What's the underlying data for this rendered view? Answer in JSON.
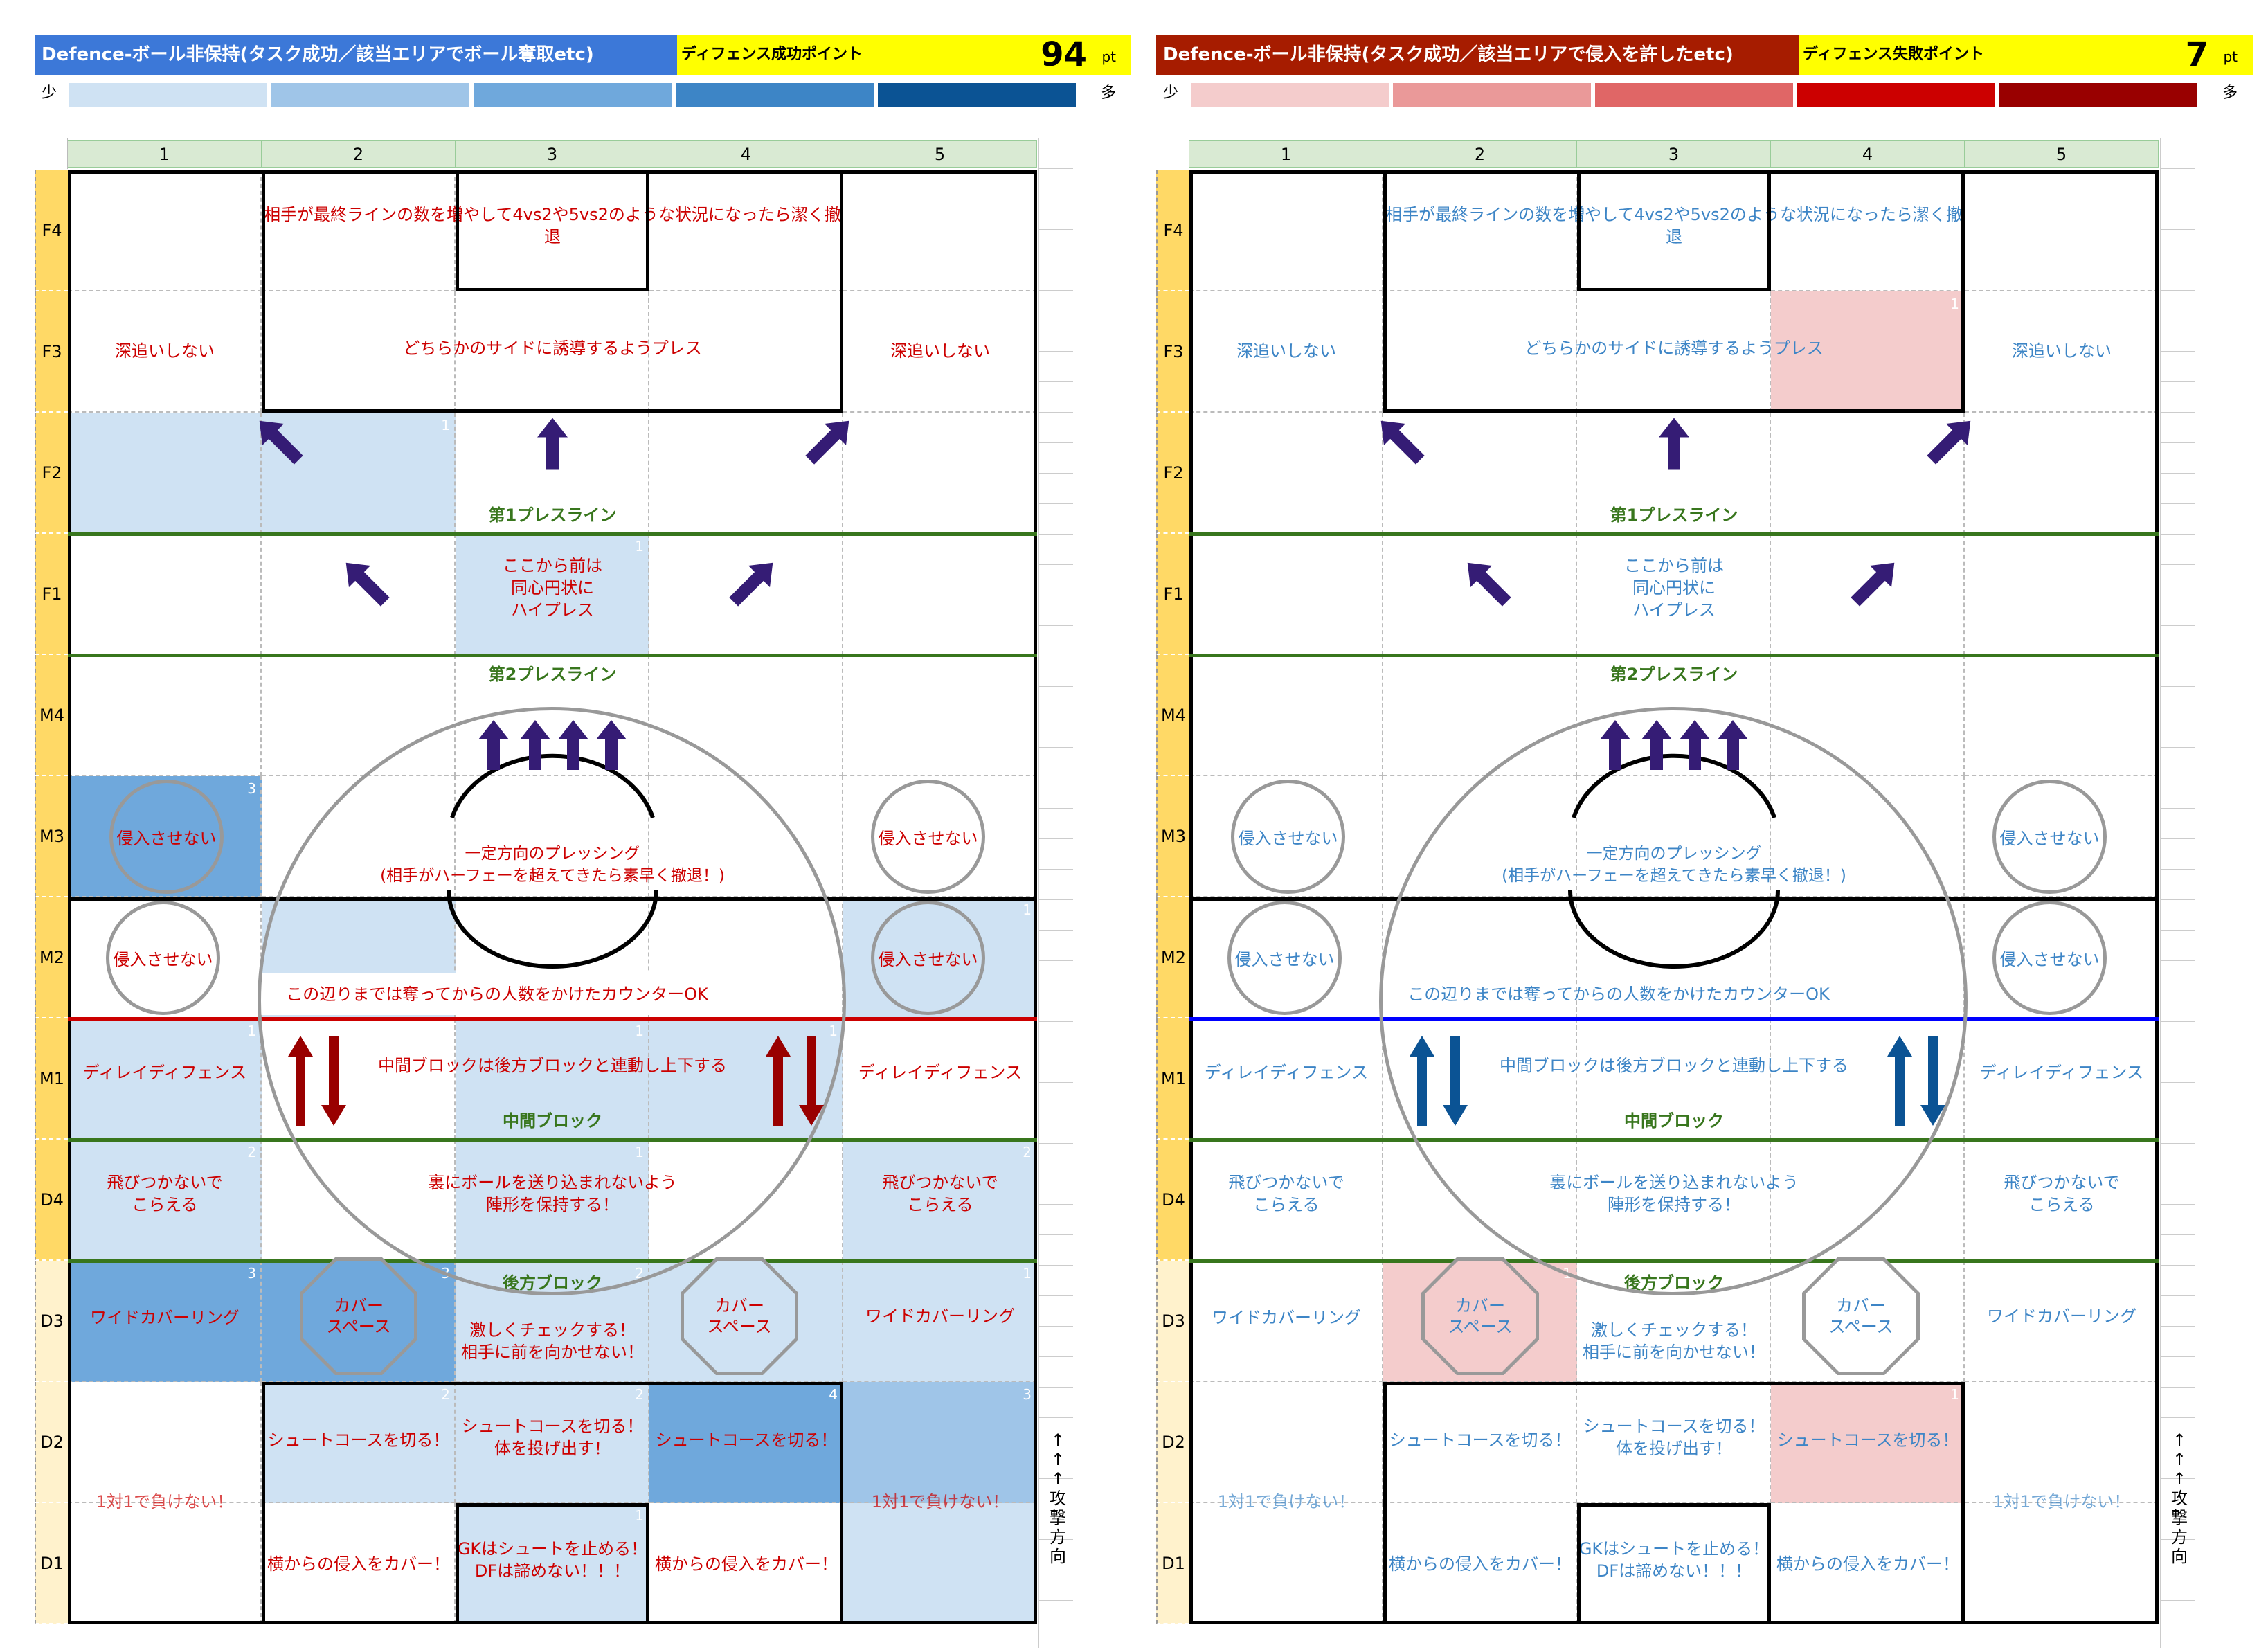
{
  "left": {
    "title": "Defence-ボール非保持(タスク成功／該当エリアでボール奪取etc)",
    "title_bg": "#3c78d8",
    "point_label": "ディフェンス成功ポイント",
    "points": "94",
    "unit": "pt",
    "text_color": "#cc0000",
    "legend_few": "少",
    "legend_many": "多",
    "legend_colors": [
      "#cfe2f3",
      "#9fc5e8",
      "#6fa8dc",
      "#3d85c6",
      "#0b5394"
    ],
    "arrow_color": "#351c75",
    "updown_color": "#990000",
    "mid_line_color": "#cc0000"
  },
  "right": {
    "title": "Defence-ボール非保持(タスク成功／該当エリアで侵入を許したetc)",
    "title_bg": "#a61c00",
    "point_label": "ディフェンス失敗ポイント",
    "points": "7",
    "unit": "pt",
    "text_color": "#3d85c6",
    "legend_few": "少",
    "legend_many": "多",
    "legend_colors": [
      "#f4cccc",
      "#ea9999",
      "#e06666",
      "#cc0000",
      "#990000"
    ],
    "arrow_color": "#351c75",
    "updown_color": "#0b5394",
    "mid_line_color": "#0000ff"
  },
  "columns": [
    "1",
    "2",
    "3",
    "4",
    "5"
  ],
  "rows": [
    "F4",
    "F3",
    "F2",
    "F1",
    "M4",
    "M3",
    "M2",
    "M1",
    "D4",
    "D3",
    "D2",
    "D1"
  ],
  "attack_direction": [
    "↑",
    "↑",
    "↑",
    "攻",
    "撃",
    "方",
    "向"
  ],
  "texts": {
    "f4": "相手が最終ラインの数を増やして4vs2や5vs2のような状況になったら潔く撤退",
    "f3_side": "深追いしない",
    "f3_mid": "どちらかのサイドに誘導するようプレス",
    "line1": "第1プレスライン",
    "f1_mid": "ここから前は\n同心円状に\nハイプレス",
    "line2": "第2プレスライン",
    "no_entry": "侵入させない",
    "m3_mid": "一定方向のプレッシング\n(相手がハーフェーを超えてきたら素早く撤退！)",
    "m2_mid": "この辺りまでは奪ってからの人数をかけたカウンターOK",
    "delay": "ディレイディフェンス",
    "m1_mid": "中間ブロックは後方ブロックと連動し上下する",
    "mid_block": "中間ブロック",
    "d4_side": "飛びつかないで\nこらえる",
    "d4_mid": "裏にボールを送り込まれないよう\n陣形を保持する！",
    "wide_cover": "ワイドカバーリング",
    "cover_space": "カバー\nスペース",
    "back_block": "後方ブロック",
    "d3_mid": "激しくチェックする！\n相手に前を向かせない！",
    "shoot_cut": "シュートコースを切る！",
    "shoot_body": "シュートコースを切る！\n体を投げ出す！",
    "one_on_one": "1対1で負けない！",
    "side_cover": "横からの侵入をカバー！",
    "gk": "GKはシュートを止める！\nDFは諦めない！！！"
  },
  "left_counts": {
    "F2c2": "1",
    "F1c3": "1",
    "M3c1": "3",
    "M2c5": "1",
    "M1c1": "1",
    "M1c3": "1",
    "M1c4": "1",
    "D4c1": "2",
    "D4c3": "1",
    "D4c5": "2",
    "D3c1": "3",
    "D3c2": "3",
    "D3c3": "2",
    "D3c5": "1",
    "D2c2": "2",
    "D2c3": "2",
    "D2c4": "4",
    "D2c5": "3",
    "D1c3": "1"
  },
  "right_counts": {
    "F3c4": "1",
    "D3c2": "1",
    "D2c4": "1"
  }
}
